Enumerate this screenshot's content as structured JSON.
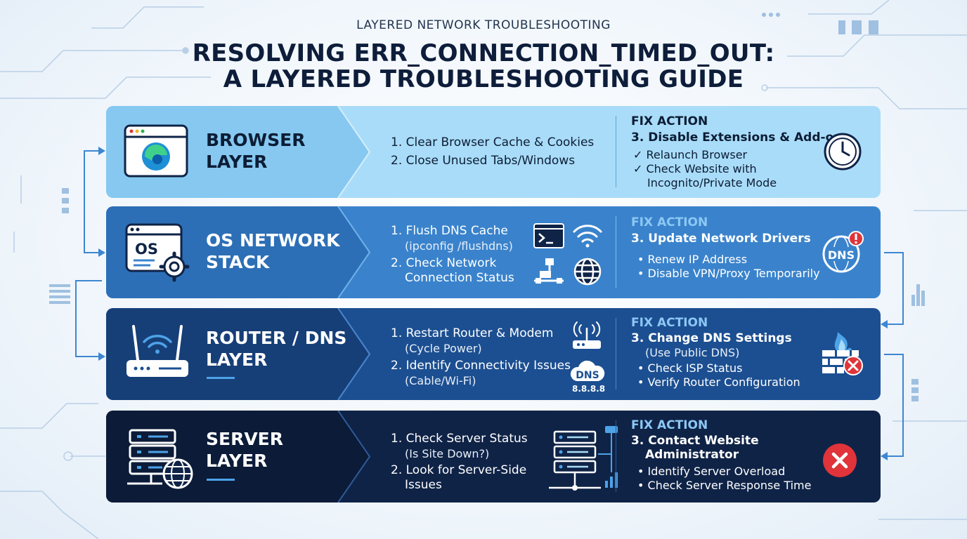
{
  "header": {
    "subtitle": "LAYERED NETWORK TROUBLESHOOTING",
    "title_line1": "RESOLVING ERR_CONNECTION_TIMED_OUT:",
    "title_line2": "A LAYERED TROUBLESHOOTING GUIDE"
  },
  "colors": {
    "browser": "#a9dcf8",
    "os": "#3a83cc",
    "router": "#1c4f91",
    "server": "#0f2347",
    "accent": "#4da3e8",
    "error_red": "#e0343a"
  },
  "layers": [
    {
      "name_line1": "BROWSER",
      "name_line2": "LAYER",
      "icon": "browser-window-icon",
      "steps": [
        {
          "text": "1. Clear Browser Cache & Cookies"
        },
        {
          "text": "2. Close Unused Tabs/Windows"
        }
      ],
      "fix_header": "FIX ACTION",
      "fix_main": "3. Disable Extensions & Add-ons",
      "fix_items": [
        "✓ Relaunch Browser",
        "✓ Check Website with",
        "Incognito/Private Mode"
      ],
      "status_icon": "clock-icon"
    },
    {
      "name_line1": "OS NETWORK",
      "name_line2": "STACK",
      "icon": "os-settings-icon",
      "icon_text": "OS",
      "steps": [
        {
          "text": "1. Flush DNS Cache",
          "sub": "(ipconfig /flushdns)"
        },
        {
          "text": "2. Check Network",
          "text2": "Connection Status"
        }
      ],
      "fix_header": "FIX ACTION",
      "fix_main": "3. Update Network Drivers",
      "fix_items": [
        "• Renew IP Address",
        "• Disable VPN/Proxy Temporarily"
      ],
      "status_icon": "dns-warning-icon",
      "status_text": "DNS"
    },
    {
      "name_line1": "ROUTER / DNS",
      "name_line2": "LAYER",
      "icon": "router-icon",
      "steps": [
        {
          "text": "1. Restart Router & Modem",
          "sub": "(Cycle Power)"
        },
        {
          "text": "2. Identify Connectivity Issues",
          "sub": "(Cable/Wi-Fi)"
        }
      ],
      "dns_cloud_text": "DNS",
      "dns_ip": "8.8.8.8",
      "fix_header": "FIX ACTION",
      "fix_main": "3. Change DNS Settings",
      "fix_sub": "(Use Public DNS)",
      "fix_items": [
        "• Check ISP Status",
        "• Verify Router Configuration"
      ],
      "status_icon": "firewall-error-icon"
    },
    {
      "name_line1": "SERVER",
      "name_line2": "LAYER",
      "icon": "server-globe-icon",
      "steps": [
        {
          "text": "1. Check Server Status",
          "sub": "(Is Site Down?)"
        },
        {
          "text": "2. Look for Server-Side",
          "text2": "Issues"
        }
      ],
      "fix_header": "FIX ACTION",
      "fix_main": "3. Contact Website",
      "fix_main2": "Administrator",
      "fix_items": [
        "• Identify Server Overload",
        "• Check Server Response Time"
      ],
      "status_icon": "error-x-icon"
    }
  ]
}
